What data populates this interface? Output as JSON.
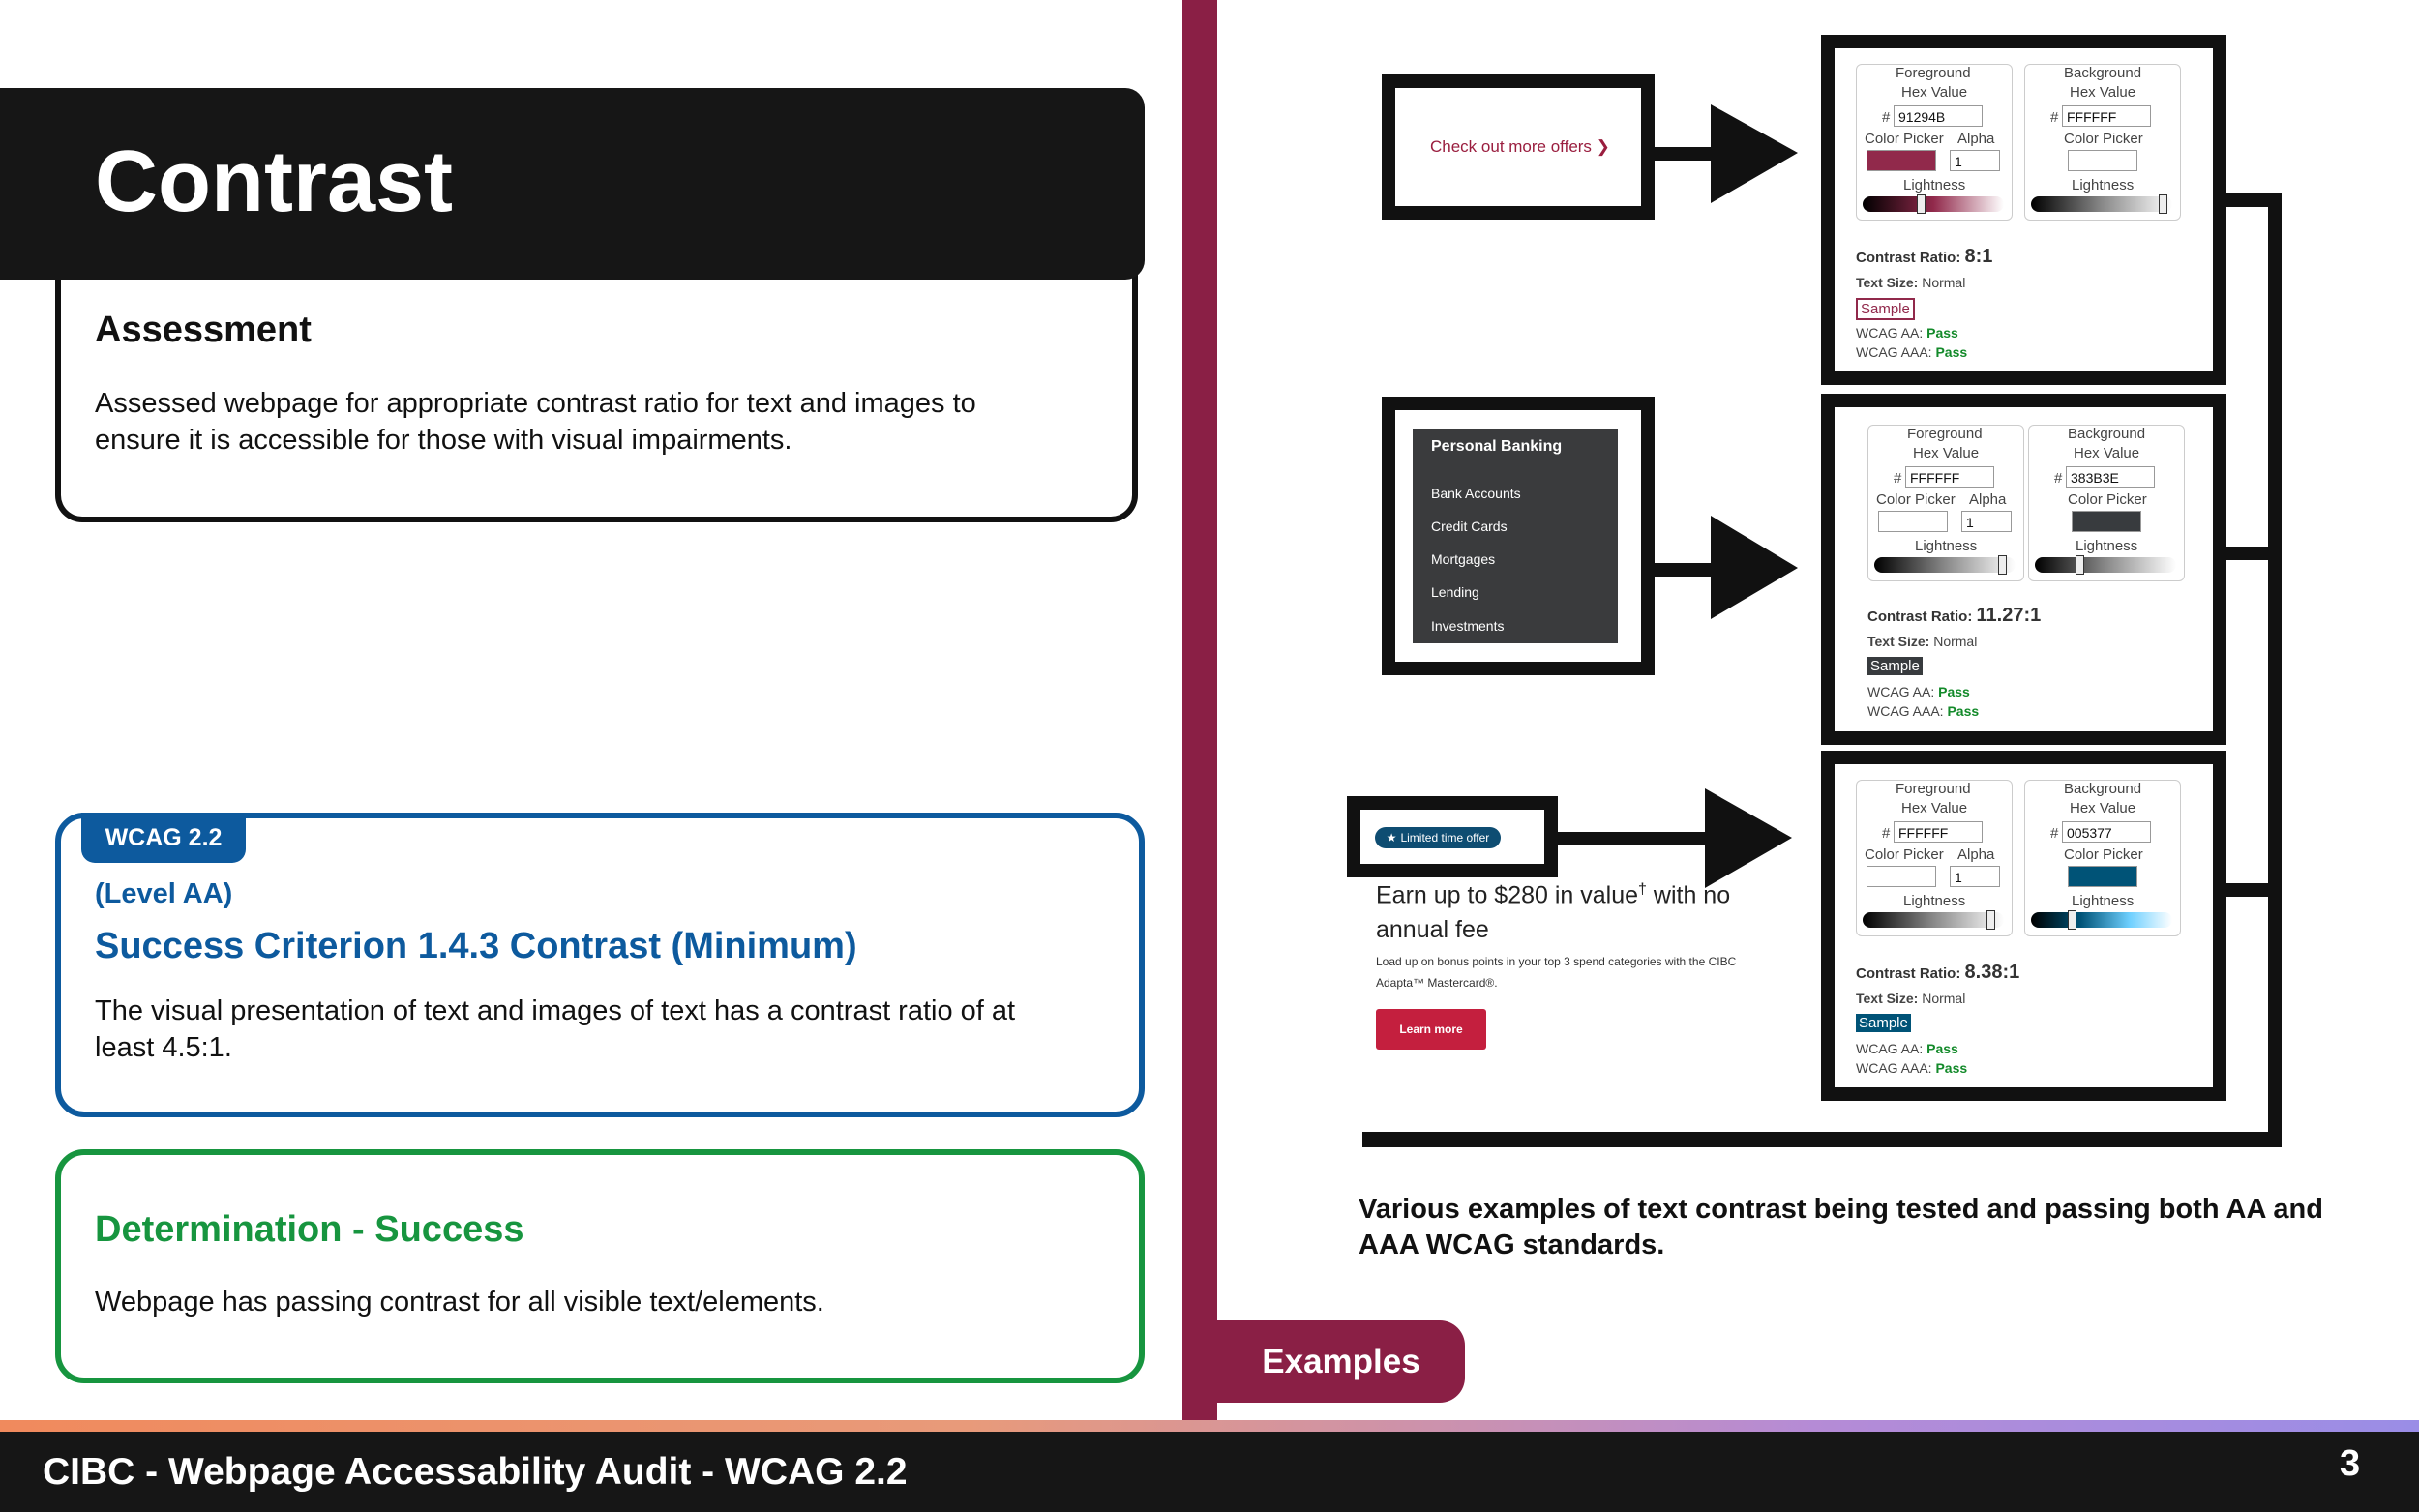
{
  "title": "Contrast",
  "assessment": {
    "heading": "Assessment",
    "text": "Assessed webpage for appropriate contrast ratio for text and images to ensure it is accessible for those with visual impairments."
  },
  "wcag": {
    "tag": "WCAG 2.2",
    "level": "(Level AA)",
    "criterion": "Success Criterion 1.4.3 Contrast (Minimum)",
    "text": "The visual presentation of text and images of text has a contrast ratio of at least 4.5:1."
  },
  "determination": {
    "heading": "Determination - Success",
    "text": "Webpage has passing contrast for all visible text/elements."
  },
  "examples_tab": "Examples",
  "caption": "Various examples of text contrast being tested and passing both AA and AAA WCAG standards.",
  "footer": {
    "title": "CIBC - Webpage Accessability Audit - WCAG 2.2",
    "page": "3"
  },
  "example1": {
    "link": "Check out more offers ❯"
  },
  "example2": {
    "heading": "Personal Banking",
    "items": [
      "Bank Accounts",
      "Credit Cards",
      "Mortgages",
      "Lending",
      "Investments"
    ]
  },
  "example3": {
    "badge": "Limited time offer",
    "headline": "Earn up to $280 in value",
    "dagger": "†",
    "headline_rest": " with no annual fee",
    "body": "Load up on bonus points in your top 3 spend categories with the CIBC Adapta™ Mastercard®.",
    "button": "Learn more"
  },
  "labels": {
    "foreground": "Foreground",
    "background": "Background",
    "hex_value": "Hex Value",
    "color_picker": "Color Picker",
    "alpha": "Alpha",
    "lightness": "Lightness",
    "hash": "#",
    "contrast_ratio": "Contrast Ratio:",
    "text_size": "Text Size:",
    "normal": "Normal",
    "sample": "Sample",
    "wcag_aa": "WCAG AA:",
    "wcag_aaa": "WCAG AAA:",
    "pass": "Pass"
  },
  "panels": [
    {
      "fg_hex": "91294B",
      "bg_hex": "FFFFFF",
      "alpha": "1",
      "ratio": "8:1",
      "fg_color": "#91294B",
      "bg_color": "#FFFFFF"
    },
    {
      "fg_hex": "FFFFFF",
      "bg_hex": "383B3E",
      "alpha": "1",
      "ratio": "11.27:1",
      "fg_color": "#FFFFFF",
      "bg_color": "#383B3E"
    },
    {
      "fg_hex": "FFFFFF",
      "bg_hex": "005377",
      "alpha": "1",
      "ratio": "8.38:1",
      "fg_color": "#FFFFFF",
      "bg_color": "#005377"
    }
  ],
  "colors": {
    "dark": "#161616",
    "brand": "#8a1f45",
    "blue": "#0d5a9e",
    "green": "#17953f"
  }
}
